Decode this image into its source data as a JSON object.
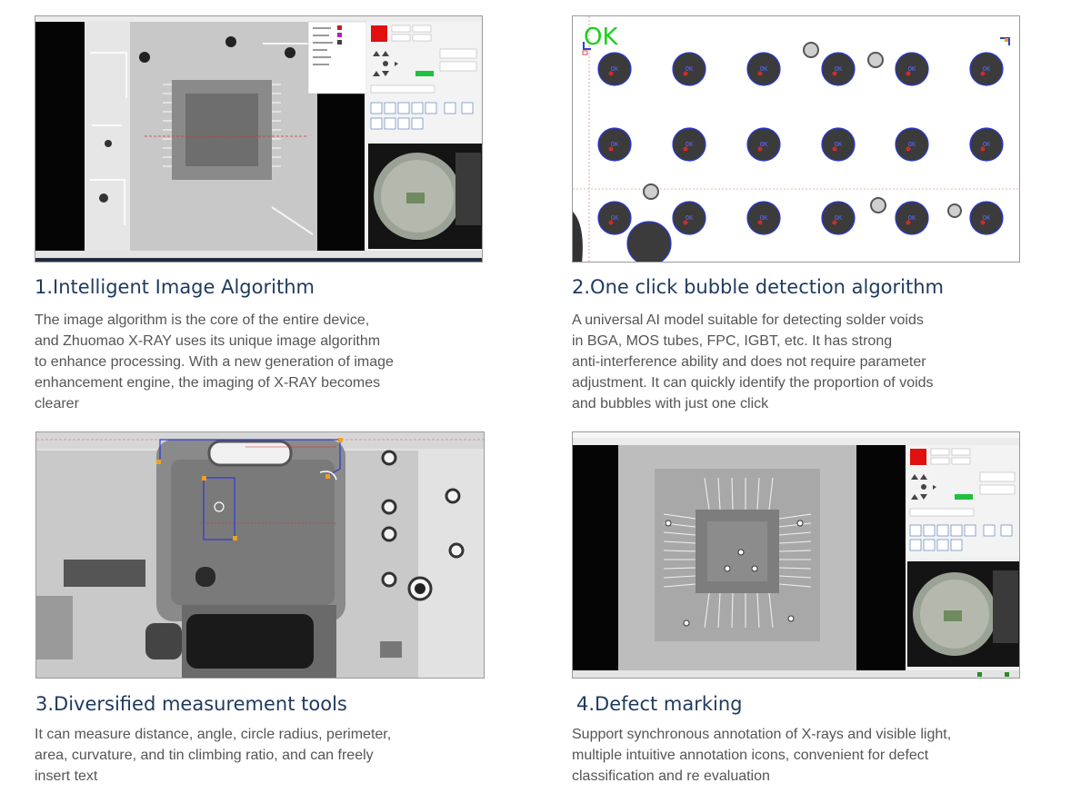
{
  "features": [
    {
      "title": "1.Intelligent Image Algorithm",
      "lines": [
        "The image algorithm is the core of the entire device,",
        "and Zhuomao X-RAY uses its unique image algorithm",
        "to enhance processing. With a new generation of image",
        "enhancement engine, the imaging of X-RAY becomes",
        "clearer"
      ]
    },
    {
      "title": "2.One click bubble detection algorithm",
      "lines": [
        "A universal AI model suitable for detecting solder voids",
        "in BGA, MOS tubes, FPC, IGBT, etc. It has strong",
        "anti-interference ability and does not require parameter",
        "adjustment. It can quickly identify the proportion of voids",
        "and bubbles with just one click"
      ],
      "overlay_status": "OK",
      "ball_label": "OK"
    },
    {
      "title": "3.Diversified measurement tools",
      "lines": [
        "It can measure distance, angle, circle radius, perimeter,",
        "area, curvature, and tin climbing ratio, and can freely",
        "insert text"
      ]
    },
    {
      "title": "4.Defect marking",
      "lines": [
        "Support synchronous annotation of X-rays and visible light,",
        "multiple intuitive annotation icons, convenient for defect",
        "classification and re evaluation"
      ]
    }
  ],
  "colors": {
    "title": "#1e3a5f",
    "text": "#555555",
    "ok_green": "#19d119",
    "marker_blue": "#2b39d6",
    "measure_red": "#e02020",
    "handle_orange": "#f0a020"
  }
}
